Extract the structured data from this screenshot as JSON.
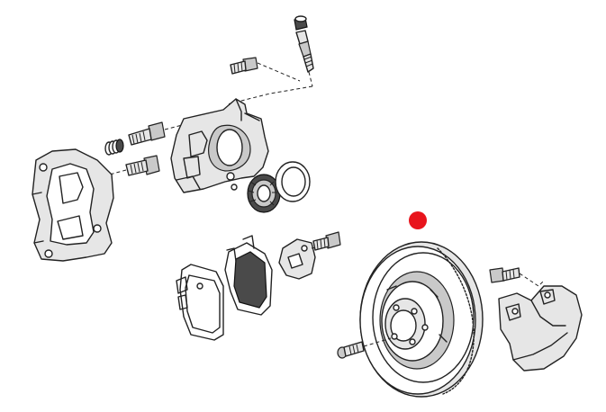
{
  "diagram": {
    "type": "exploded-parts-view",
    "parts": [
      "bleed-valve-cap",
      "bleed-valve",
      "caliper-bolt",
      "guide-pin-bolt",
      "caliper-housing",
      "piston-boot",
      "piston",
      "piston-seal-ring",
      "caliper-carrier",
      "carrier-bolt",
      "brake-pads",
      "anti-rattle-spring",
      "pad-clip",
      "rotor-bolt",
      "brake-rotor",
      "splash-shield",
      "splash-shield-bolt"
    ],
    "marker_color": "#e8141c",
    "line_color": "#222222",
    "fill_color": "#e6e6e6"
  }
}
